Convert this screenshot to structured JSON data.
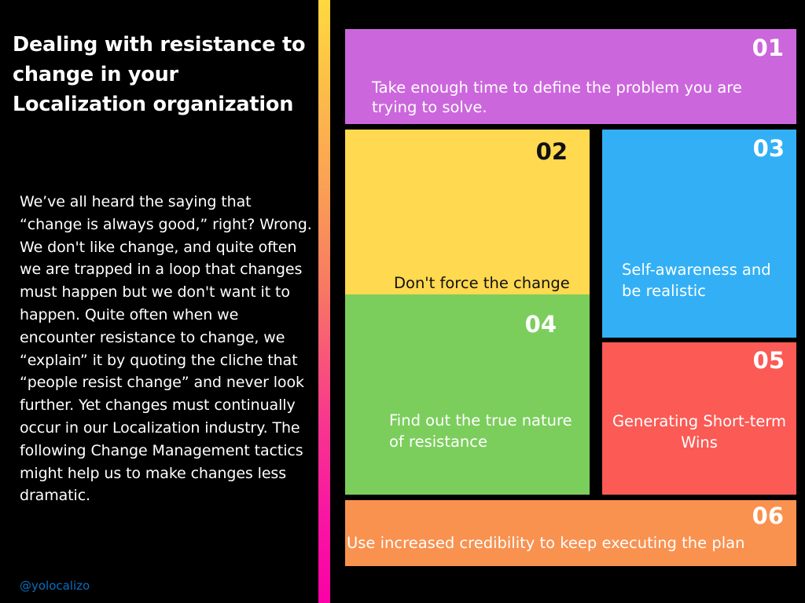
{
  "slide": {
    "background_color": "#000000",
    "title": "Dealing with resistance to change in your Localization organization",
    "body": "We’ve all heard the saying that “change is always good,” right? Wrong. We don't like change, and quite often we are trapped in a loop that changes must happen but we don't want it to happen. Quite often when we encounter resistance to change, we “explain” it by quoting the cliche that “people resist change” and never look further. Yet changes must continually occur in our Localization industry. The following Change Management tactics might help us to make changes less dramatic.",
    "handle": "@yolocalizo",
    "handle_color": "#0a6ebd"
  },
  "divider": {
    "name": "gradient-bar",
    "gradient_stops": [
      "#ffd93f",
      "#fba254",
      "#f85a76",
      "#f8368f",
      "#fb00a8"
    ]
  },
  "cards": [
    {
      "number": "01",
      "text": "Take enough time to define the problem you are trying to solve.",
      "color": "#cc66dd",
      "text_color": "#ffffff"
    },
    {
      "number": "02",
      "text": "Don't force the change",
      "color": "#ffd94f",
      "text_color": "#111111"
    },
    {
      "number": "03",
      "text": "Self-awareness and be realistic",
      "color": "#33b0f5",
      "text_color": "#ffffff"
    },
    {
      "number": "04",
      "text": "Find out the true nature of resistance",
      "color": "#7bce5c",
      "text_color": "#ffffff"
    },
    {
      "number": "05",
      "text": "Generating Short-term Wins",
      "color": "#fb5a55",
      "text_color": "#ffffff"
    },
    {
      "number": "06",
      "text": "Use increased credibility to keep executing the plan",
      "color": "#f9914f",
      "text_color": "#ffffff"
    }
  ]
}
